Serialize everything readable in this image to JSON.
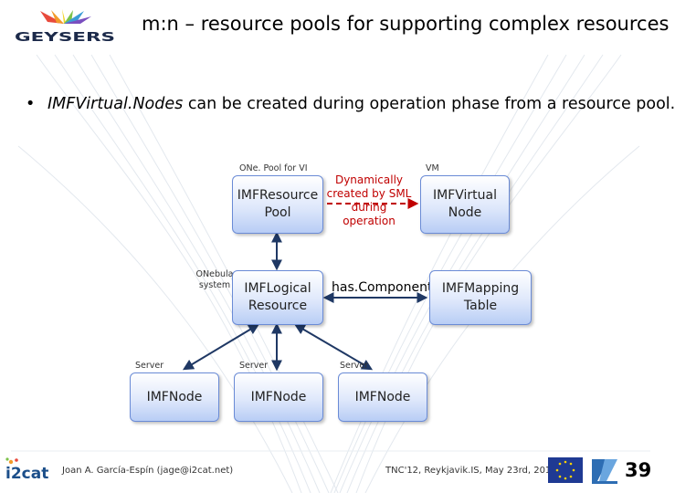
{
  "slide": {
    "title": "m:n – resource pools for supporting complex resources",
    "bullet": {
      "italic_part": "IMFVirtual.Nodes",
      "rest": " can be created during operation phase from a resource pool."
    },
    "brand_logo": "GEYSERS",
    "footer": {
      "author": "Joan A. García-Espín (jage@i2cat.net)",
      "conference": "TNC'12, Reykjavik.IS, May 23rd, 2012",
      "page_number": "39",
      "left_logo": "i2cat"
    },
    "logo_icons": [
      "geysers-logo-icon",
      "i2cat-logo-icon",
      "eu-flag-icon",
      "fp7-logo-icon"
    ]
  },
  "diagram": {
    "nodes": {
      "resource_pool": "IMFResource Pool",
      "virtual_node": "IMFVirtual Node",
      "logical_resource": "IMFLogical Resource",
      "mapping_table": "IMFMapping Table",
      "node_1": "IMFNode",
      "node_2": "IMFNode",
      "node_3": "IMFNode"
    },
    "labels": {
      "pool": "ONe. Pool for VI",
      "vm": "VM",
      "onebula": "ONebula system",
      "server_1": "Server",
      "server_2": "Server",
      "server_3": "Server"
    },
    "edges": {
      "dynamic": "Dynamically created by SML during operation",
      "has_component": "has.Component"
    },
    "colors": {
      "node_border": "#6a8bd6",
      "arrow": "#1f3864",
      "dashed_arrow": "#c00000",
      "annotation_text": "#c00000"
    }
  }
}
